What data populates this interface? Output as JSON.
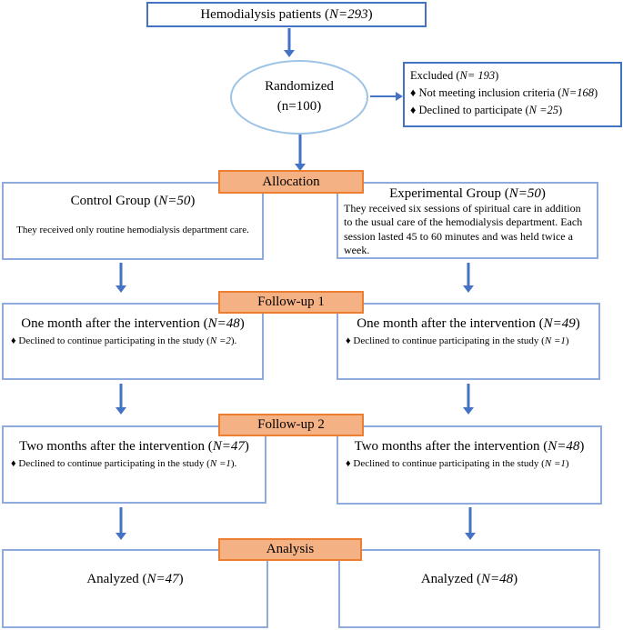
{
  "top_box": {
    "prefix": "Hemodialysis patients (",
    "n": "N=293",
    "suffix": ")"
  },
  "randomized": {
    "line1": "Randomized",
    "line2": "(n=100)"
  },
  "excluded": {
    "title": {
      "prefix": "Excluded (",
      "n": "N= 193",
      "suffix": ")"
    },
    "bullets": [
      {
        "marker": "♦",
        "prefix": " Not meeting inclusion criteria (",
        "n": "N=168",
        "suffix": ")"
      },
      {
        "marker": "♦",
        "prefix": " Declined to participate (",
        "n": "N =25",
        "suffix": ")"
      }
    ]
  },
  "allocation": {
    "label": "Allocation",
    "left": {
      "title": {
        "prefix": "Control Group (",
        "n": "N=50",
        "suffix": ")"
      },
      "body": "They received only routine hemodialysis department care."
    },
    "right": {
      "title": {
        "prefix": "Experimental Group (",
        "n": "N=50",
        "suffix": ")"
      },
      "body": "They received six sessions of spiritual care in addition to the usual care of the hemodialysis department. Each session lasted 45 to 60 minutes and was held twice a week."
    }
  },
  "followup1": {
    "label": "Follow-up 1",
    "left": {
      "title": {
        "prefix": "One month after the intervention (",
        "n": "N=48",
        "suffix": ")"
      },
      "bullet": {
        "marker": "♦",
        "prefix": " Declined to continue participating in the study (",
        "n": "N =2",
        "suffix": ")."
      }
    },
    "right": {
      "title": {
        "prefix": "One month after the intervention (",
        "n": "N=49",
        "suffix": ")"
      },
      "bullet": {
        "marker": "♦",
        "prefix": " Declined to continue participating in the study (",
        "n": "N =1",
        "suffix": ")"
      }
    }
  },
  "followup2": {
    "label": "Follow-up 2",
    "left": {
      "title": {
        "prefix": "Two months after the intervention (",
        "n": "N=47",
        "suffix": ")"
      },
      "bullet": {
        "marker": "♦",
        "prefix": " Declined to continue participating in the study (",
        "n": "N =1",
        "suffix": ")."
      }
    },
    "right": {
      "title": {
        "prefix": "Two months after the intervention (",
        "n": "N=48",
        "suffix": ")"
      },
      "bullet": {
        "marker": "♦",
        "prefix": " Declined to continue participating in the study (",
        "n": "N =1",
        "suffix": ")"
      }
    }
  },
  "analysis": {
    "label": "Analysis",
    "left": {
      "title": {
        "prefix": "Analyzed (",
        "n": "N=47",
        "suffix": ")"
      }
    },
    "right": {
      "title": {
        "prefix": "Analyzed (",
        "n": "N=48",
        "suffix": ")"
      }
    }
  },
  "colors": {
    "arrow_blue": "#4472C4",
    "box_border_strong": "#4472C4",
    "box_border_light": "#8FAADC",
    "ellipse_border": "#9DC3E6",
    "stage_bar_fill": "#F4B183",
    "stage_bar_border": "#ED7D31"
  }
}
